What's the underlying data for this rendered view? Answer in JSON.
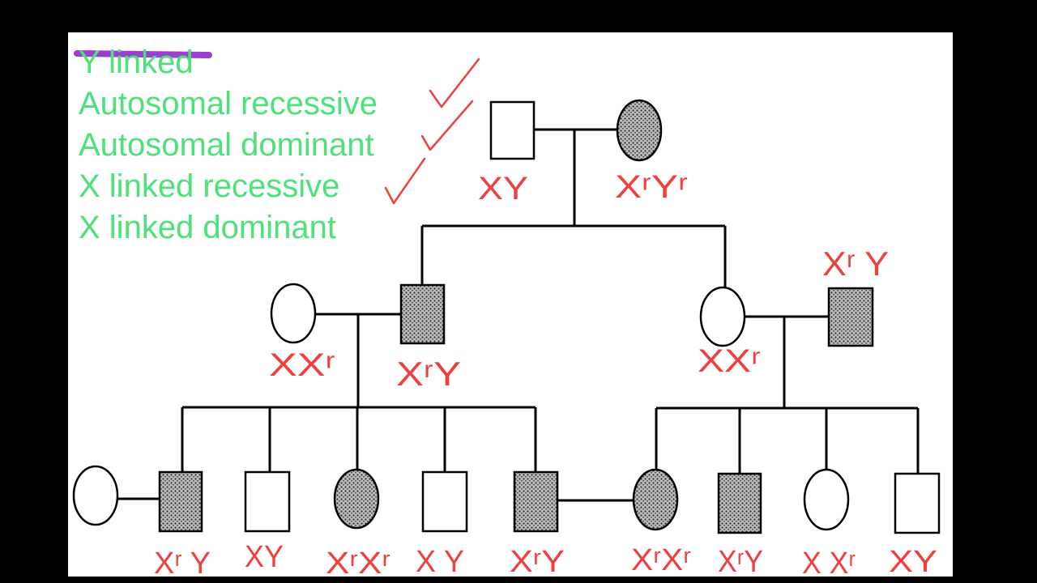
{
  "inheritance_modes": [
    {
      "label": "Y linked",
      "status": "crossed-out"
    },
    {
      "label": "Autosomal recessive",
      "status": "checked"
    },
    {
      "label": "Autosomal dominant",
      "status": "checked"
    },
    {
      "label": "X linked recessive",
      "status": "checked"
    },
    {
      "label": "X linked dominant",
      "status": "unmarked"
    }
  ],
  "pedigree": {
    "generation_1": [
      {
        "id": "I-1",
        "sex": "male",
        "affected": false,
        "genotype": "XY"
      },
      {
        "id": "I-2",
        "sex": "female",
        "affected": true,
        "genotype": "XʳYʳ"
      }
    ],
    "generation_2": [
      {
        "id": "II-1",
        "sex": "female",
        "affected": false,
        "genotype": "XXʳ"
      },
      {
        "id": "II-2",
        "sex": "male",
        "affected": true,
        "genotype": "XʳY"
      },
      {
        "id": "II-3",
        "sex": "female",
        "affected": false,
        "genotype": "XXʳ"
      },
      {
        "id": "II-4",
        "sex": "male",
        "affected": true,
        "genotype": "Xʳ Y"
      }
    ],
    "generation_3": [
      {
        "id": "III-0",
        "sex": "female",
        "affected": false,
        "genotype": ""
      },
      {
        "id": "III-1",
        "sex": "male",
        "affected": true,
        "genotype": "Xʳ Y"
      },
      {
        "id": "III-2",
        "sex": "male",
        "affected": false,
        "genotype": "XY"
      },
      {
        "id": "III-3",
        "sex": "female",
        "affected": true,
        "genotype": "XʳXʳ"
      },
      {
        "id": "III-4",
        "sex": "male",
        "affected": false,
        "genotype": "X Y"
      },
      {
        "id": "III-5",
        "sex": "male",
        "affected": true,
        "genotype": "XʳY"
      },
      {
        "id": "III-6",
        "sex": "female",
        "affected": true,
        "genotype": "XʳXʳ"
      },
      {
        "id": "III-7",
        "sex": "male",
        "affected": true,
        "genotype": "XʳY"
      },
      {
        "id": "III-8",
        "sex": "female",
        "affected": false,
        "genotype": "X Xʳ"
      },
      {
        "id": "III-9",
        "sex": "male",
        "affected": false,
        "genotype": "XY"
      }
    ]
  },
  "colors": {
    "annotation_green": "#4ee07a",
    "annotation_red": "#ef4040",
    "strike_purple": "#9b3fd1",
    "affected_fill": "#9a9a9a"
  }
}
